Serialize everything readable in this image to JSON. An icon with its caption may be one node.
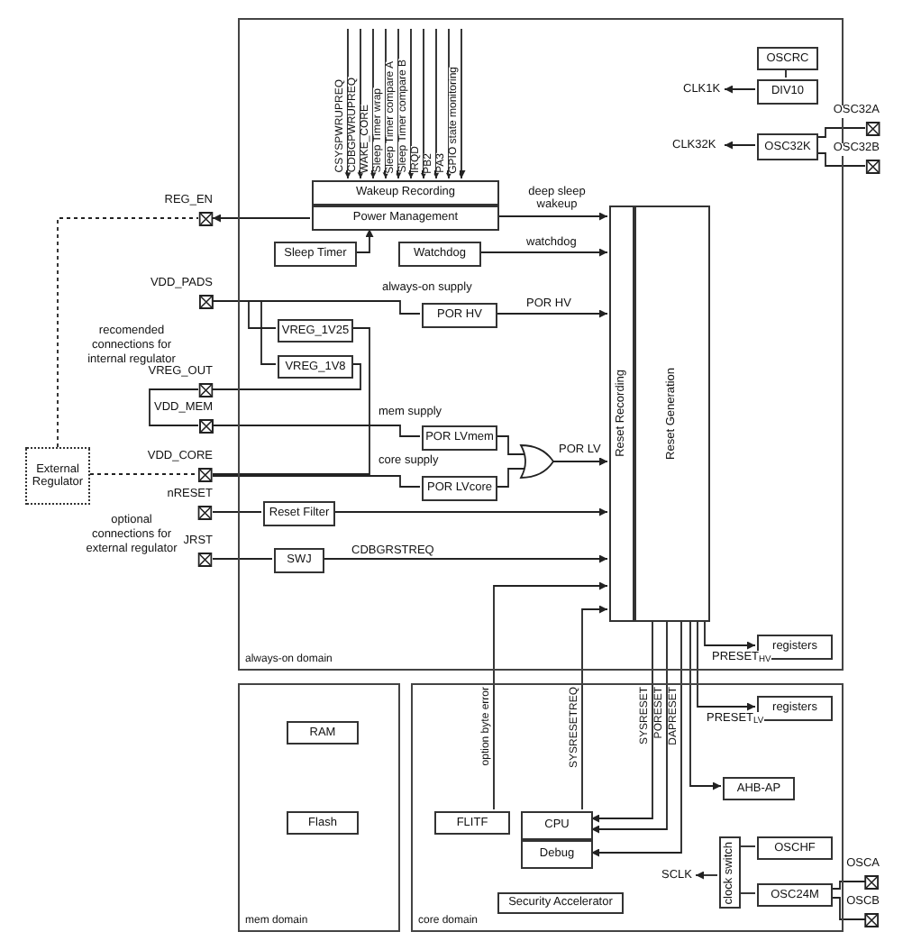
{
  "diagram": {
    "nodes": [
      {
        "text": [
          "always-on domain"
        ]
      },
      {
        "text": [
          "Wakeup Recording"
        ],
        "in": 0
      },
      {
        "text": [
          "Power Management"
        ],
        "in": 0
      },
      {
        "text": [
          "Sleep Timer"
        ],
        "in": 0
      },
      {
        "text": [
          "Watchdog"
        ],
        "in": 0
      },
      {
        "text": [
          "POR HV"
        ],
        "in": 0
      },
      {
        "text": [
          "VREG_1V25"
        ],
        "in": 0
      },
      {
        "text": [
          "VREG_1V8"
        ],
        "in": 0
      },
      {
        "text": [
          "POR LVmem"
        ],
        "in": 0
      },
      {
        "text": [
          "POR LVcore"
        ],
        "in": 0
      },
      {
        "text": [
          "Reset Filter"
        ],
        "in": 0
      },
      {
        "text": [
          "SWJ"
        ],
        "in": 0
      },
      {
        "text": [
          "Reset Recording"
        ],
        "in": 0
      },
      {
        "text": [
          "Reset Generation"
        ],
        "in": 0
      },
      {
        "text": [
          "registers"
        ],
        "in": 0
      },
      {
        "text": [
          "OSCRC"
        ],
        "in": 0
      },
      {
        "text": [
          "DIV10"
        ],
        "in": 0
      },
      {
        "text": [
          "OSC32K"
        ],
        "in": 0
      },
      {
        "text": [
          "REG_EN"
        ]
      },
      {
        "text": [
          "VDD_PADS"
        ]
      },
      {
        "text": [
          "VREG_OUT"
        ]
      },
      {
        "text": [
          "VDD_MEM"
        ]
      },
      {
        "text": [
          "VDD_CORE"
        ]
      },
      {
        "text": [
          "nRESET"
        ]
      },
      {
        "text": [
          "JRST"
        ]
      },
      {
        "text": [
          "External Regulator"
        ]
      },
      {
        "text": [
          "CLK1K"
        ],
        "in": 0
      },
      {
        "text": [
          "CLK32K"
        ],
        "in": 0
      },
      {
        "text": [
          "OSC32A"
        ]
      },
      {
        "text": [
          "OSC32B"
        ]
      },
      {
        "text": [
          "mem domain"
        ]
      },
      {
        "text": [
          "RAM"
        ],
        "in": 30
      },
      {
        "text": [
          "Flash"
        ],
        "in": 30
      },
      {
        "text": [
          "core domain"
        ]
      },
      {
        "text": [
          "FLITF"
        ],
        "in": 33
      },
      {
        "text": [
          "CPU"
        ],
        "in": 33
      },
      {
        "text": [
          "Debug"
        ],
        "in": 33
      },
      {
        "text": [
          "Security Accelerator"
        ],
        "in": 33
      },
      {
        "text": [
          "registers"
        ],
        "in": 33
      },
      {
        "text": [
          "AHB-AP"
        ],
        "in": 33
      },
      {
        "text": [
          "OSCHF"
        ],
        "in": 33
      },
      {
        "text": [
          "OSC24M"
        ],
        "in": 33
      },
      {
        "text": [
          "clock switch"
        ],
        "in": 33
      },
      {
        "text": [
          "SCLK"
        ],
        "in": 33
      },
      {
        "text": [
          "OSCA"
        ]
      },
      {
        "text": [
          "OSCB"
        ]
      }
    ],
    "edges": [
      {
        "from": null,
        "to": 1,
        "arrow": "to",
        "label": "CSYSPWRUPREQ"
      },
      {
        "from": null,
        "to": 1,
        "arrow": "to",
        "label": "CDBGPWRUPREQ"
      },
      {
        "from": null,
        "to": 1,
        "arrow": "to",
        "label": "WAKE_CORE"
      },
      {
        "from": null,
        "to": 1,
        "arrow": "to",
        "label": "Sleep Timer wrap"
      },
      {
        "from": null,
        "to": 1,
        "arrow": "to",
        "label": "Sleep Timer compare A"
      },
      {
        "from": null,
        "to": 1,
        "arrow": "to",
        "label": "Sleep Timer compare B"
      },
      {
        "from": null,
        "to": 1,
        "arrow": "to",
        "label": "IRQD"
      },
      {
        "from": null,
        "to": 1,
        "arrow": "to",
        "label": "PB2"
      },
      {
        "from": null,
        "to": 1,
        "arrow": "to",
        "label": "PA3"
      },
      {
        "from": null,
        "to": 1,
        "arrow": "to",
        "label": "GPIO state monitoring"
      },
      {
        "from": 2,
        "to": 12,
        "arrow": "to",
        "label": "deep sleep wakeup"
      },
      {
        "from": 4,
        "to": 12,
        "arrow": "to",
        "label": "watchdog"
      },
      {
        "from": 5,
        "to": 12,
        "arrow": "to",
        "label": "POR HV"
      },
      {
        "from": 8,
        "to": 12,
        "arrow": "to",
        "label": "POR LV"
      },
      {
        "from": 9,
        "to": 12,
        "arrow": "to"
      },
      {
        "from": 10,
        "to": 12,
        "arrow": "to"
      },
      {
        "from": 11,
        "to": 12,
        "arrow": "to",
        "label": "CDBGRSTREQ"
      },
      {
        "from": 3,
        "to": 2,
        "arrow": "to"
      },
      {
        "from": 2,
        "to": 18,
        "arrow": "to"
      },
      {
        "from": 19,
        "to": 5,
        "arrow": "none",
        "label": "always-on supply"
      },
      {
        "from": 19,
        "to": 6,
        "arrow": "none"
      },
      {
        "from": 19,
        "to": 7,
        "arrow": "none"
      },
      {
        "from": 6,
        "to": 22,
        "arrow": "none"
      },
      {
        "from": 7,
        "to": 20,
        "arrow": "none"
      },
      {
        "from": 21,
        "to": 8,
        "arrow": "none",
        "label": "mem supply"
      },
      {
        "from": 22,
        "to": 9,
        "arrow": "none",
        "label": "core supply"
      },
      {
        "from": 20,
        "to": 21,
        "arrow": "none"
      },
      {
        "from": 23,
        "to": 10,
        "arrow": "none"
      },
      {
        "from": 24,
        "to": 11,
        "arrow": "none"
      },
      {
        "from": 25,
        "to": 18,
        "arrow": "none",
        "style": "dashed"
      },
      {
        "from": 25,
        "to": 22,
        "arrow": "none",
        "style": "dashed"
      },
      {
        "from": 16,
        "to": 26,
        "arrow": "to"
      },
      {
        "from": 17,
        "to": 27,
        "arrow": "to"
      },
      {
        "from": 15,
        "to": 16,
        "arrow": "none"
      },
      {
        "from": 17,
        "to": 28,
        "arrow": "none"
      },
      {
        "from": 17,
        "to": 29,
        "arrow": "none"
      },
      {
        "from": 13,
        "to": 14,
        "arrow": "to",
        "label": "PRESET$_{HV}$"
      },
      {
        "from": 13,
        "to": 38,
        "arrow": "to",
        "label": "PRESET$_{LV}$"
      },
      {
        "from": 13,
        "to": 39,
        "arrow": "to"
      },
      {
        "from": 13,
        "to": 35,
        "arrow": "to",
        "label": "SYSRESET"
      },
      {
        "from": 13,
        "to": 35,
        "arrow": "to",
        "label": "PORESET"
      },
      {
        "from": 13,
        "to": 36,
        "arrow": "to",
        "label": "DAPRESET"
      },
      {
        "from": 35,
        "to": 12,
        "arrow": "to",
        "label": "SYSRESETREQ"
      },
      {
        "from": 34,
        "to": 12,
        "arrow": "to",
        "label": "option byte error"
      },
      {
        "from": 40,
        "to": 42,
        "arrow": "none"
      },
      {
        "from": 41,
        "to": 42,
        "arrow": "none"
      },
      {
        "from": 42,
        "to": 43,
        "arrow": "to"
      },
      {
        "from": 41,
        "to": 44,
        "arrow": "none"
      },
      {
        "from": 41,
        "to": 45,
        "arrow": "none"
      }
    ],
    "labels": [
      "recomended connections for internal regulator",
      "optional connections for external regulator"
    ]
  }
}
